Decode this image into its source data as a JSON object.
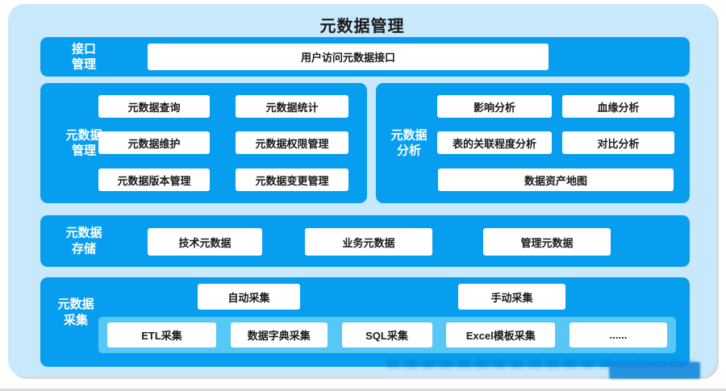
{
  "title": "元数据管理",
  "colors": {
    "frame_bg": "#c8e8fb",
    "section_blue": "#089ef0",
    "strip_blue": "#57c7f5",
    "box_bg": "#ffffff",
    "title_text": "#1a1a1a"
  },
  "sections": {
    "interface": {
      "label_lines": [
        "接口",
        "管理"
      ],
      "box": "用户访问元数据接口"
    },
    "management": {
      "label_lines": [
        "元数据",
        "管理"
      ],
      "boxes": [
        "元数据查询",
        "元数据统计",
        "元数据维护",
        "元数据权限管理",
        "元数据版本管理",
        "元数据变更管理"
      ]
    },
    "analysis": {
      "label_lines": [
        "元数据",
        "分析"
      ],
      "boxes": [
        "影响分析",
        "血缘分析",
        "表的关联程度分析",
        "对比分析"
      ],
      "wide_box": "数据资产地图"
    },
    "storage": {
      "label_lines": [
        "元数据",
        "存储"
      ],
      "boxes": [
        "技术元数据",
        "业务元数据",
        "管理元数据"
      ]
    },
    "collection": {
      "label_lines": [
        "元数据",
        "采集"
      ],
      "top_boxes": [
        "自动采集",
        "手动采集"
      ],
      "strip_boxes": [
        "ETL采集",
        "数据字典采集",
        "SQL采集",
        "Excel模板采集",
        "......"
      ]
    }
  }
}
